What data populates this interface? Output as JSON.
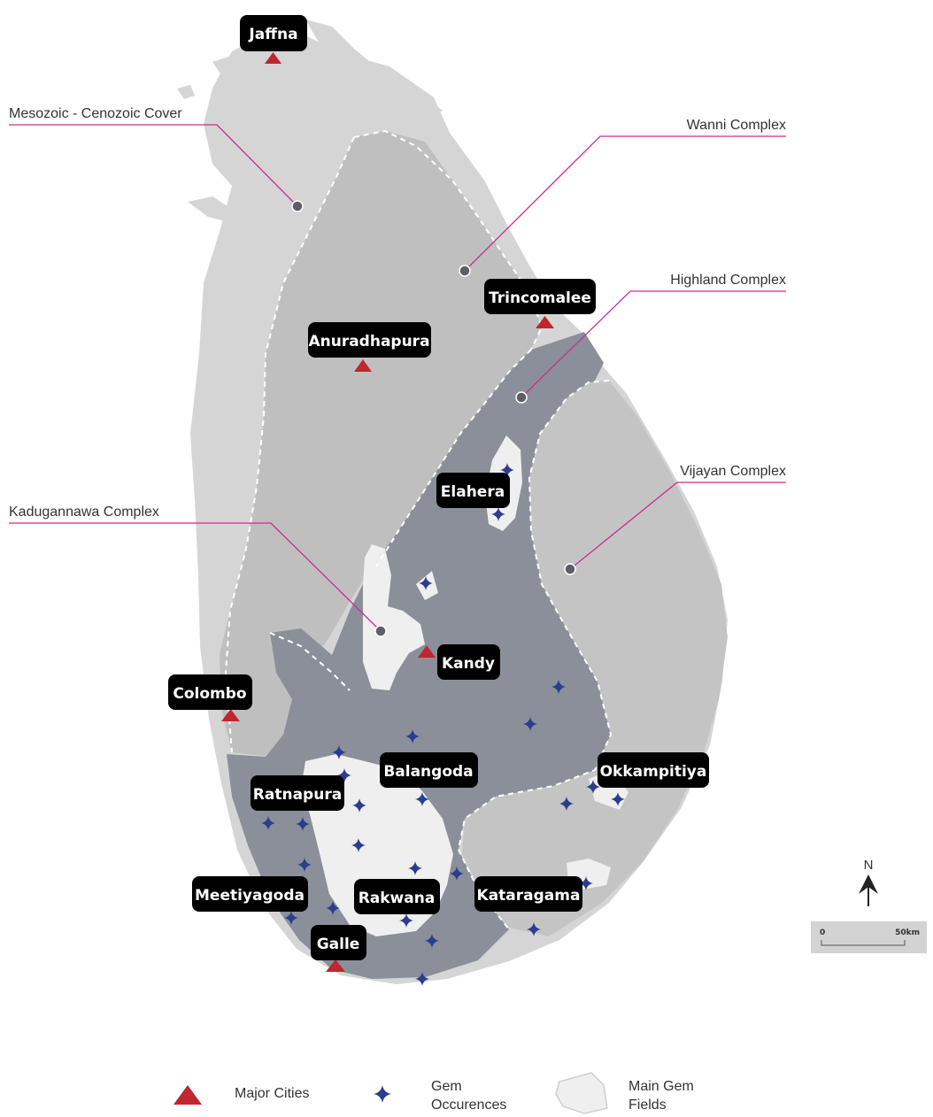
{
  "map": {
    "cities": [
      {
        "id": "jaffna",
        "name": "Jaffna"
      },
      {
        "id": "trincomalee",
        "name": "Trincomalee"
      },
      {
        "id": "anuradhapura",
        "name": "Anuradhapura"
      },
      {
        "id": "elahera",
        "name": "Elahera"
      },
      {
        "id": "kandy",
        "name": "Kandy"
      },
      {
        "id": "colombo",
        "name": "Colombo"
      },
      {
        "id": "balangoda",
        "name": "Balangoda"
      },
      {
        "id": "okkampitiya",
        "name": "Okkampitiya"
      },
      {
        "id": "ratnapura",
        "name": "Ratnapura"
      },
      {
        "id": "meetiyagoda",
        "name": "Meetiyagoda"
      },
      {
        "id": "rakwana",
        "name": "Rakwana"
      },
      {
        "id": "kataragama",
        "name": "Kataragama"
      },
      {
        "id": "galle",
        "name": "Galle"
      }
    ],
    "callouts": [
      {
        "id": "mesozoic",
        "label": "Mesozoic - Cenozoic Cover"
      },
      {
        "id": "wanni",
        "label": "Wanni Complex"
      },
      {
        "id": "highland",
        "label": "Highland Complex"
      },
      {
        "id": "vijayan",
        "label": "Vijayan Complex"
      },
      {
        "id": "kadugannawa",
        "label": "Kadugannawa Complex"
      }
    ],
    "north_label": "N",
    "scale": {
      "start": "0",
      "end": "50km"
    },
    "legend": {
      "major_cities": "Major Cities",
      "gem_line1": "Gem",
      "gem_line2": "Occurences",
      "fields_line1": "Main Gem",
      "fields_line2": "Fields"
    },
    "colors": {
      "cover": "#d5d5d5",
      "wanni": "#bfbfbf",
      "highland": "#8a8f99",
      "vijayan": "#c4c4c4",
      "gem_field": "#efefef",
      "city_marker": "#c0262f",
      "gem_star": "#2a3d8f",
      "callout_line": "#cc2e8a",
      "label_bg": "#000000"
    }
  }
}
